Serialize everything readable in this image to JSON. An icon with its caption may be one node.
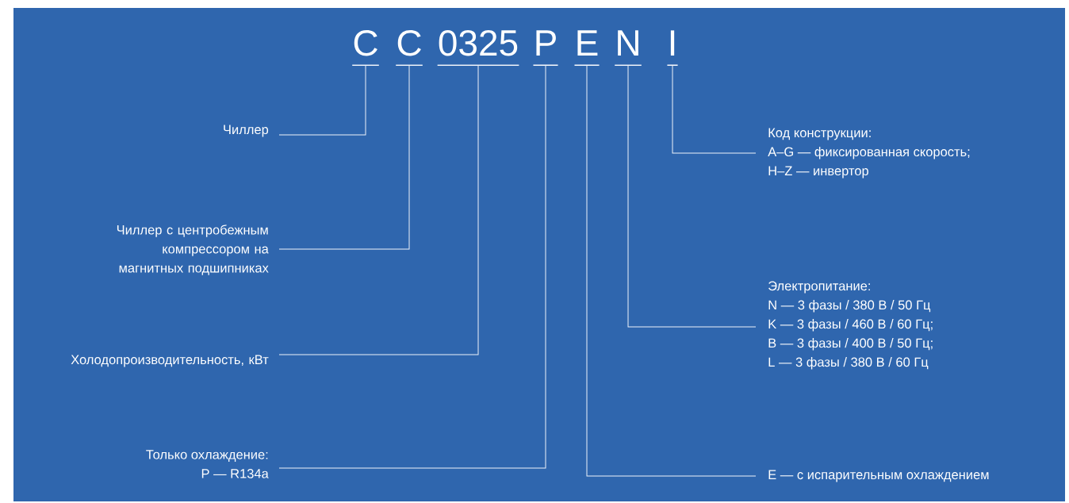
{
  "diagram": {
    "nodes": [
      {
        "text": [
          "C"
        ]
      },
      {
        "text": [
          "C"
        ]
      },
      {
        "text": [
          "0325"
        ]
      },
      {
        "text": [
          "P"
        ]
      },
      {
        "text": [
          "E"
        ]
      },
      {
        "text": [
          "N"
        ]
      },
      {
        "text": [
          "I"
        ]
      },
      {
        "text": [
          "Чиллер"
        ]
      },
      {
        "text": [
          "Код конструкции:",
          "A–G — фиксированная скорость;",
          "H–Z — инвертор"
        ]
      },
      {
        "text": [
          "Чиллер с центробежным компрессором на магнитных подшипниках"
        ]
      },
      {
        "text": [
          "Электропитание:",
          "N — 3 фазы / 380 В / 50 Гц",
          "K — 3 фазы / 460 В / 60 Гц;",
          "B — 3 фазы / 400 В / 50 Гц;",
          "L — 3 фазы / 380 В / 60 Гц"
        ]
      },
      {
        "text": [
          "Холодопроизводительность, кВт"
        ]
      },
      {
        "text": [
          "Только охлаждение:",
          "P — R134a"
        ]
      },
      {
        "text": [
          "E — с испарительным охлаждением"
        ]
      }
    ],
    "edges": [
      {
        "from": 7,
        "to": 0,
        "arrow": "none"
      },
      {
        "from": 9,
        "to": 1,
        "arrow": "none"
      },
      {
        "from": 11,
        "to": 2,
        "arrow": "none"
      },
      {
        "from": 12,
        "to": 3,
        "arrow": "none"
      },
      {
        "from": 13,
        "to": 4,
        "arrow": "none"
      },
      {
        "from": 10,
        "to": 5,
        "arrow": "none"
      },
      {
        "from": 8,
        "to": 6,
        "arrow": "none"
      }
    ]
  }
}
